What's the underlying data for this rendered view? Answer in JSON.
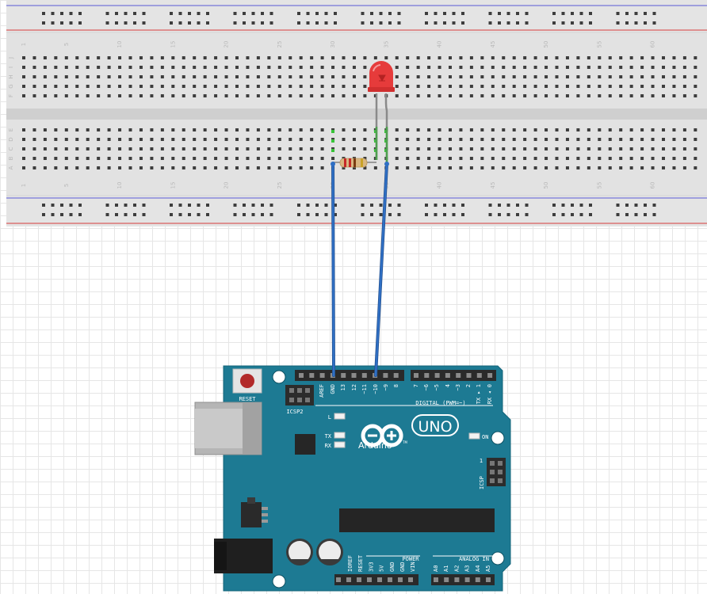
{
  "breadboard": {
    "column_labels": [
      "1",
      "5",
      "10",
      "15",
      "20",
      "25",
      "30",
      "35",
      "40",
      "45",
      "50",
      "55",
      "60"
    ],
    "row_labels_top": [
      "J",
      "I",
      "H",
      "G",
      "F"
    ],
    "row_labels_bottom": [
      "E",
      "D",
      "C",
      "B",
      "A"
    ]
  },
  "arduino": {
    "reset_label": "RESET",
    "icsp2_label": "ICSP2",
    "icsp_label": "ICSP",
    "icsp_pin1": "1",
    "digital_label": "DIGITAL (PWM=~)",
    "led_l": "L",
    "led_tx": "TX",
    "led_rx": "RX",
    "led_on": "ON",
    "brand": "Arduino",
    "model": "UNO",
    "tm": "TM",
    "power_label": "POWER",
    "analog_label": "ANALOG IN",
    "top_header_pins": [
      "AREF",
      "GND",
      "13",
      "12",
      "~11",
      "~10",
      "~9",
      "8",
      "7",
      "~6",
      "~5",
      "4",
      "~3",
      "2",
      "TX ▸ 1",
      "RX ◂ 0"
    ],
    "bottom_power_pins": [
      "IOREF",
      "RESET",
      "3V3",
      "5V",
      "GND",
      "GND",
      "VIN"
    ],
    "bottom_analog_pins": [
      "A0",
      "A1",
      "A2",
      "A3",
      "A4",
      "A5"
    ]
  },
  "colors": {
    "board_blue": "#1d7a93",
    "board_dark": "#15657a",
    "wire_blue": "#2f6fc4",
    "led_red": "#e63b3b",
    "rail_red": "#d63c3c",
    "rail_blue": "#5a5ad6"
  }
}
